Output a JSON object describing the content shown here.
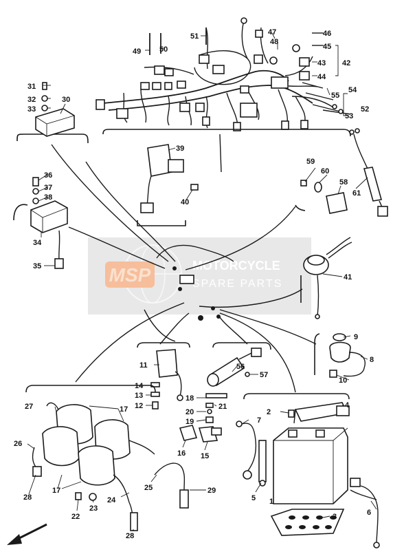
{
  "diagram": {
    "watermark": {
      "logo_text": "MSP",
      "line1": "MOTORCYCLE",
      "line2": "SPARE PARTS"
    },
    "labels": {
      "p1": "1",
      "p2": "2",
      "p3": "3",
      "p4": "4",
      "p5": "5",
      "p6": "6",
      "p7": "7",
      "p8": "8",
      "p9": "9",
      "p10": "10",
      "p11": "11",
      "p12": "12",
      "p13": "13",
      "p14": "14",
      "p15": "15",
      "p16": "16",
      "p17a": "17",
      "p17b": "17",
      "p18": "18",
      "p19": "19",
      "p20": "20",
      "p21": "21",
      "p22": "22",
      "p23": "23",
      "p24": "24",
      "p25": "25",
      "p26": "26",
      "p27": "27",
      "p28a": "28",
      "p28b": "28",
      "p29": "29",
      "p30": "30",
      "p31": "31",
      "p32": "32",
      "p33": "33",
      "p34": "34",
      "p35": "35",
      "p36": "36",
      "p37": "37",
      "p38": "38",
      "p39": "39",
      "p40": "40",
      "p41": "41",
      "p42": "42",
      "p43": "43",
      "p44": "44",
      "p45": "45",
      "p46": "46",
      "p47": "47",
      "p48": "48",
      "p49": "49",
      "p50": "50",
      "p51": "51",
      "p52": "52",
      "p53": "53",
      "p54": "54",
      "p55": "55",
      "p56": "56",
      "p57": "57",
      "p58": "58",
      "p59": "59",
      "p60": "60",
      "p61": "61"
    }
  }
}
